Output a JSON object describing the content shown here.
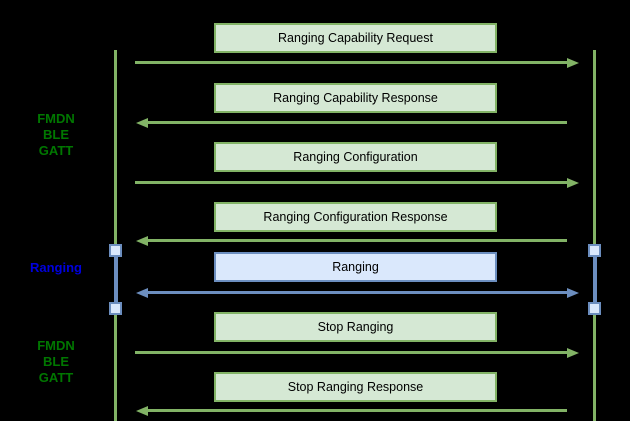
{
  "colors": {
    "background": "#000000",
    "message_green_fill": "#d5e8d4",
    "message_green_stroke": "#82b366",
    "message_blue_fill": "#dae8fc",
    "message_blue_stroke": "#6c8ebf",
    "phase_green_text": "#007700",
    "phase_blue_text": "#0000dd"
  },
  "phases": [
    {
      "id": "fmdn-ble-gatt-top",
      "color": "green",
      "lines": [
        "FMDN",
        "BLE",
        "GATT"
      ]
    },
    {
      "id": "ranging",
      "color": "blue",
      "lines": [
        "Ranging"
      ]
    },
    {
      "id": "fmdn-ble-gatt-bottom",
      "color": "green",
      "lines": [
        "FMDN",
        "BLE",
        "GATT"
      ]
    }
  ],
  "messages": [
    {
      "label": "Ranging Capability Request",
      "direction": "right",
      "style": "green"
    },
    {
      "label": "Ranging Capability Response",
      "direction": "left",
      "style": "green"
    },
    {
      "label": "Ranging Configuration",
      "direction": "right",
      "style": "green"
    },
    {
      "label": "Ranging Configuration Response",
      "direction": "left",
      "style": "green"
    },
    {
      "label": "Ranging",
      "direction": "both",
      "style": "blue"
    },
    {
      "label": "Stop Ranging",
      "direction": "right",
      "style": "green"
    },
    {
      "label": "Stop Ranging Response",
      "direction": "left",
      "style": "green"
    }
  ]
}
